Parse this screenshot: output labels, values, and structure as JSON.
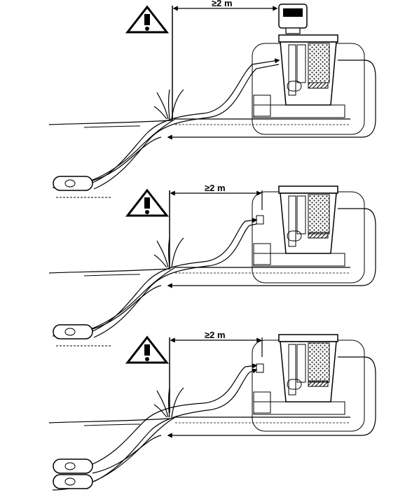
{
  "panels": [
    {
      "id": "installation-1",
      "distance_label": "≥2 m",
      "warning_symbol": "!",
      "pump_count": 1,
      "filter_unit_on_top": true
    },
    {
      "id": "installation-2",
      "distance_label": "≥2 m",
      "warning_symbol": "!",
      "pump_count": 1,
      "filter_unit_on_top": false
    },
    {
      "id": "installation-3",
      "distance_label": "≥2 m",
      "warning_symbol": "!",
      "pump_count": 2,
      "filter_unit_on_top": false
    }
  ],
  "icons": {
    "warning": "warning-triangle-icon",
    "pump": "pond-pump-icon",
    "filter": "pond-filter-icon",
    "flow": "flow-arrow-icon"
  },
  "colors": {
    "line": "#000000",
    "background": "#ffffff",
    "hatch": "#555555"
  }
}
